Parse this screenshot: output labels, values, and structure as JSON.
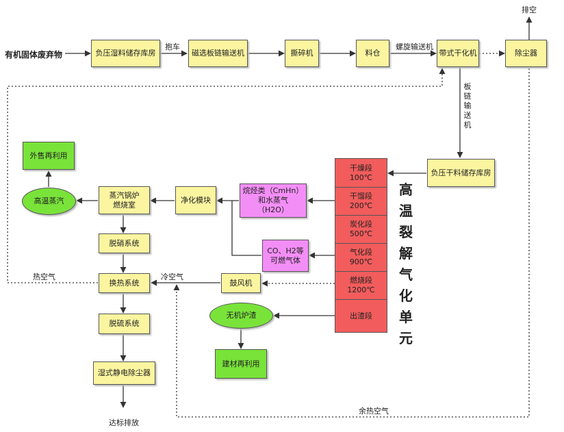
{
  "source_label": "有机固体废弃物",
  "nodes": {
    "wet_storage": "负压湿料储存库房",
    "magnetic_conveyor": "磁选板链输送机",
    "shredder": "撕碎机",
    "silo": "料仓",
    "belt_dryer": "带式干化机",
    "dust_collector": "除尘器",
    "dry_storage": "负压干料储存库房",
    "external_sale": "外售再利用",
    "high_temp_steam": "高温蒸汽",
    "boiler_line1": "蒸汽锅炉",
    "boiler_line2": "燃烧室",
    "purification": "净化模块",
    "hydrocarbon_line1": "烷烃类（CmHn）",
    "hydrocarbon_line2": "和水蒸气",
    "hydrocarbon_line3": "（H2O）",
    "combustible_line1": "CO、H2等",
    "combustible_line2": "可燃气体",
    "denitration": "脱硝系统",
    "heat_exchange": "换热系统",
    "blower": "鼓风机",
    "inorganic_slag": "无机炉渣",
    "desulfurization": "脱硫系统",
    "building_material": "建材再利用",
    "wet_esp": "湿式静电除尘器"
  },
  "pyrolysis_stages": [
    {
      "name": "干燥段",
      "temp": "100℃"
    },
    {
      "name": "干馏段",
      "temp": "200℃"
    },
    {
      "name": "炭化段",
      "temp": "500℃"
    },
    {
      "name": "气化段",
      "temp": "900℃"
    },
    {
      "name": "燃烧段",
      "temp": "1200℃"
    },
    {
      "name": "出渣段",
      "temp": ""
    }
  ],
  "unit_title": [
    "高",
    "温",
    "裂",
    "解",
    "气",
    "化",
    "单",
    "元"
  ],
  "edge_labels": {
    "forklift": "抱车",
    "screw_conveyor": "螺旋输送机",
    "exhaust": "排空",
    "plate_chain": [
      "板",
      "链",
      "输",
      "送",
      "机"
    ],
    "hot_air": "热空气",
    "cold_air": "冷空气",
    "waste_heat_air": "余热空气",
    "discharge": "达标排放"
  },
  "colors": {
    "process_box": "#fbf5a0",
    "product_box": "#79e33a",
    "gas_box": "#f48ef7",
    "pyrolysis_unit": "#f25c5c"
  }
}
